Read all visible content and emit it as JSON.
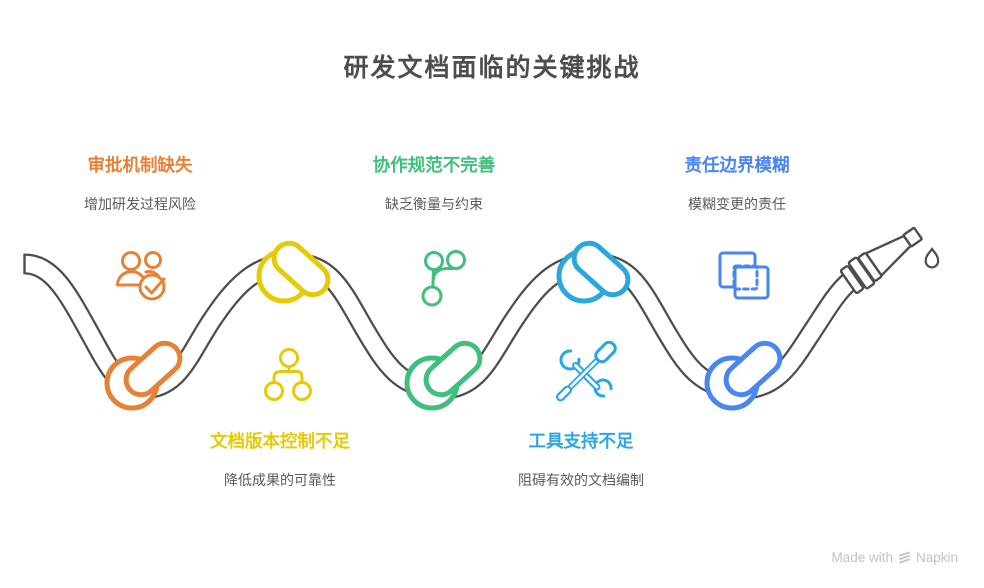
{
  "title": "研发文档面临的关键挑战",
  "items": [
    {
      "label": "审批机制缺失",
      "desc": "增加研发过程风险",
      "color": "#e58237",
      "icon": "users-check-icon"
    },
    {
      "label": "协作规范不完善",
      "desc": "缺乏衡量与约束",
      "color": "#3fbe7c",
      "icon": "git-branch-icon"
    },
    {
      "label": "责任边界模糊",
      "desc": "模糊变更的责任",
      "color": "#4a86f0",
      "icon": "overlap-squares-icon"
    },
    {
      "label": "文档版本控制不足",
      "desc": "降低成果的可靠性",
      "color": "#e5cb07",
      "icon": "hierarchy-icon"
    },
    {
      "label": "工具支持不足",
      "desc": "阻碍有效的文档编制",
      "color": "#29a7e0",
      "icon": "tools-icon"
    }
  ],
  "colors": {
    "hose": "#4d4d4d",
    "title_text": "#4d4d4d",
    "muted_text": "#5a5a5a",
    "watermark": "#c2c2c6"
  },
  "watermark": {
    "prefix": "Made with",
    "brand": "Napkin"
  }
}
